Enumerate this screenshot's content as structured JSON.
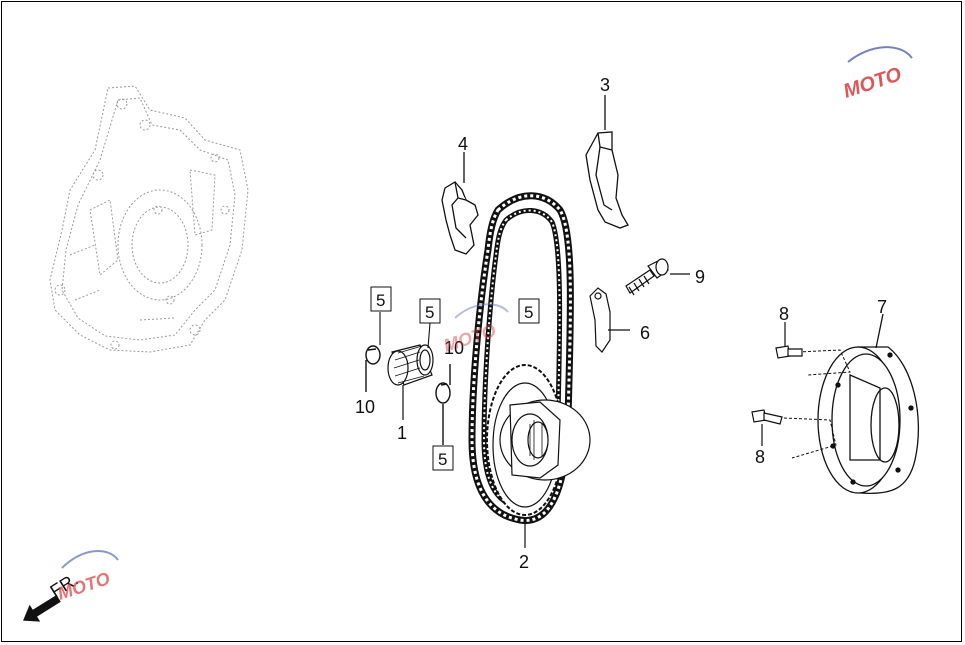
{
  "diagram": {
    "callouts": [
      {
        "id": "c1",
        "text": "1"
      },
      {
        "id": "c2",
        "text": "2"
      },
      {
        "id": "c3",
        "text": "3"
      },
      {
        "id": "c4",
        "text": "4"
      },
      {
        "id": "c6",
        "text": "6"
      },
      {
        "id": "c7",
        "text": "7"
      },
      {
        "id": "c8a",
        "text": "8"
      },
      {
        "id": "c8b",
        "text": "8"
      },
      {
        "id": "c9",
        "text": "9"
      },
      {
        "id": "c10a",
        "text": "10"
      },
      {
        "id": "c10b",
        "text": "10"
      }
    ],
    "boxed_callouts": [
      {
        "id": "b5a",
        "text": "5"
      },
      {
        "id": "b5b",
        "text": "5"
      },
      {
        "id": "b5c",
        "text": "5"
      },
      {
        "id": "b5d",
        "text": "5"
      }
    ],
    "front_indicator": {
      "label": "FR.",
      "icon": "arrow-down-left-icon"
    },
    "watermark": {
      "text": "MOTO",
      "icon": "moto-logo-watermark"
    },
    "colors": {
      "line": "#111111",
      "ghost": "#9a9a9a",
      "logo_red": "#d43b3b",
      "logo_blue": "#5a6fb0"
    }
  }
}
